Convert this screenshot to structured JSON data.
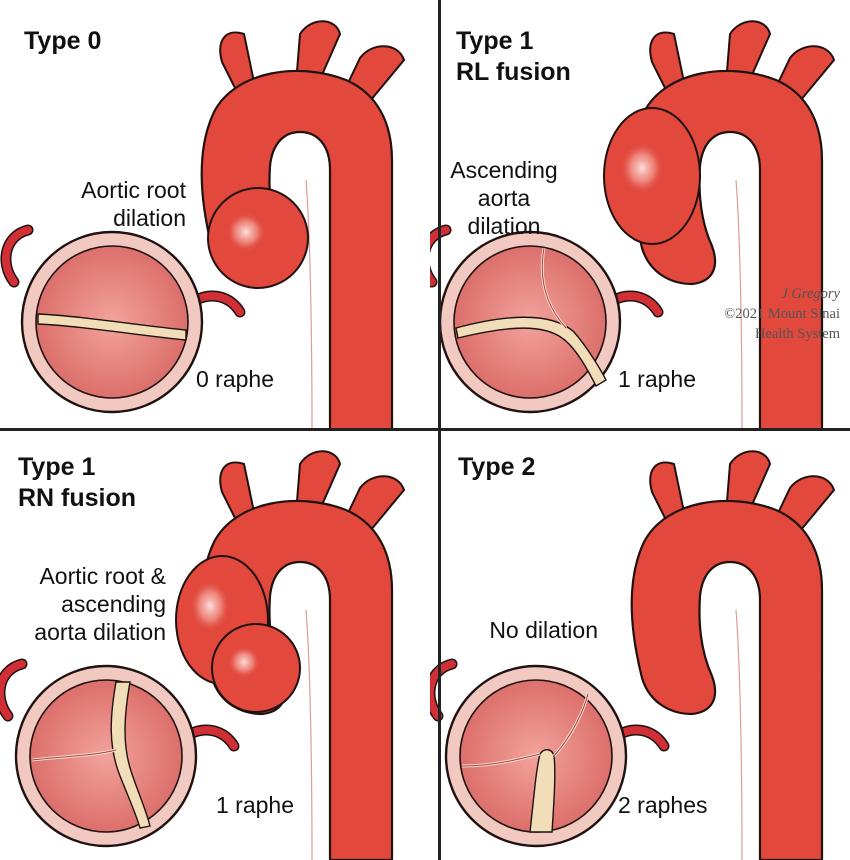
{
  "colors": {
    "aorta": "#e2483c",
    "aorta_outline": "#1f1210",
    "aorta_highlight": "#f7b3ac",
    "valve_ring": "#f2c9c0",
    "leaflet": "#e8807a",
    "raphe": "#f1ddb8",
    "coronary": "#cf2f35",
    "divider": "#222222",
    "credit_text": "#555555"
  },
  "panels": [
    {
      "title_lines": [
        "Type 0"
      ],
      "dilation_lines": [
        "Aortic root",
        "dilation"
      ],
      "raphe_label": "0 raphe"
    },
    {
      "title_lines": [
        "Type 1",
        "RL fusion"
      ],
      "dilation_lines": [
        "Ascending",
        "aorta",
        "dilation"
      ],
      "raphe_label": "1 raphe"
    },
    {
      "title_lines": [
        "Type 1",
        "RN fusion"
      ],
      "dilation_lines": [
        "Aortic root &",
        "ascending",
        "aorta dilation"
      ],
      "raphe_label": "1 raphe"
    },
    {
      "title_lines": [
        "Type 2"
      ],
      "dilation_lines": [
        "No dilation"
      ],
      "raphe_label": "2 raphes"
    }
  ],
  "credit": {
    "artist": "J Gregory",
    "line2": "©2021 Mount Sinai",
    "line3": "Health System"
  }
}
